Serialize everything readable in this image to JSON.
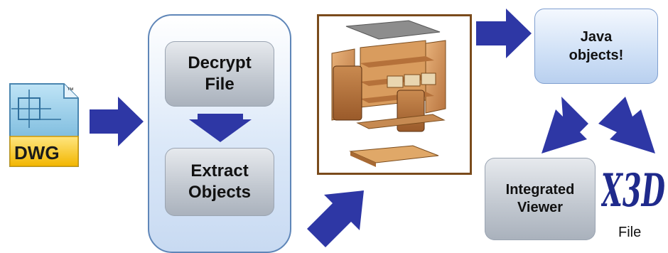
{
  "dwg_icon": {
    "label": "DWG",
    "trademark": "™"
  },
  "steps": {
    "decrypt": "Decrypt File",
    "extract": "Extract Objects"
  },
  "java_objects": "Java objects!",
  "integrated_viewer": "Integrated Viewer",
  "x3d": {
    "logo_text": "X3D",
    "label": "File"
  },
  "colors": {
    "arrow": "#2e37a5",
    "big_box_border": "#5f86b8",
    "frame_border": "#7a4b1c"
  }
}
